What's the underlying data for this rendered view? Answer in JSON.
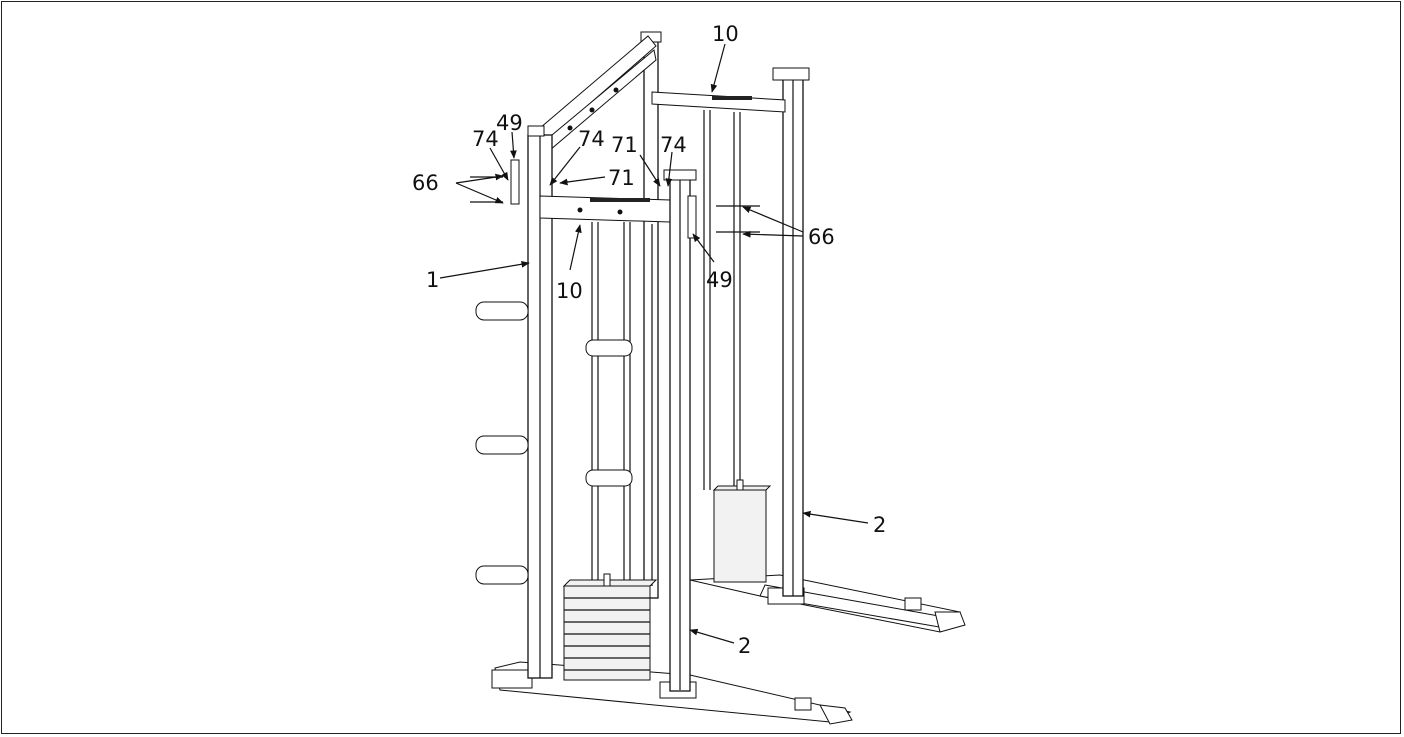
{
  "callouts": {
    "c1": "1",
    "c2a": "2",
    "c2b": "2",
    "c10a": "10",
    "c10b": "10",
    "c49a": "49",
    "c49b": "49",
    "c66a": "66",
    "c66b": "66",
    "c71a": "71",
    "c71b": "71",
    "c74a": "74",
    "c74b": "74",
    "c74c": "74"
  }
}
